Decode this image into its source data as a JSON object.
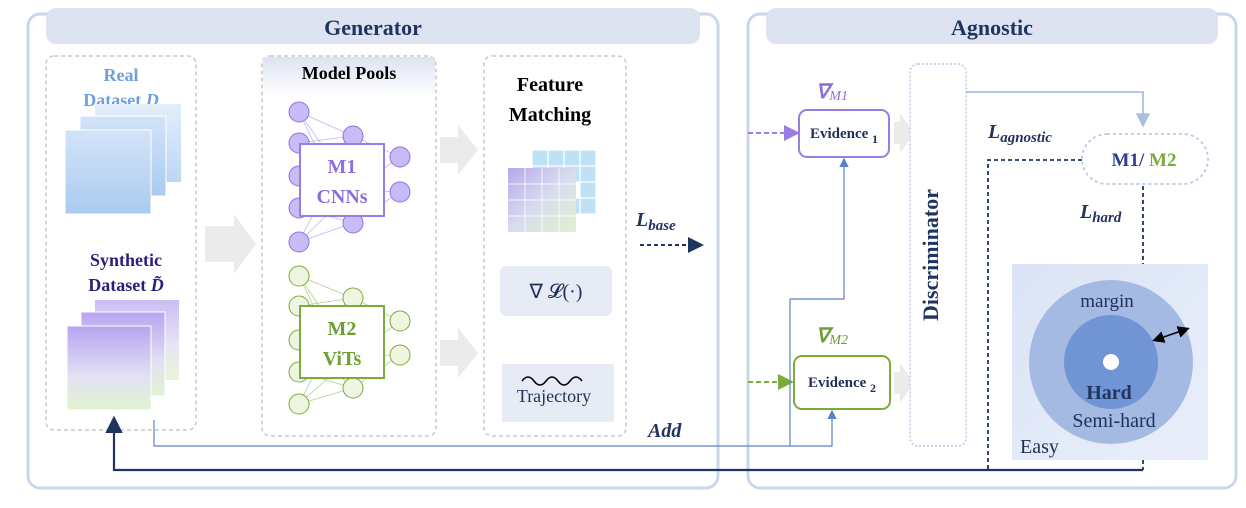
{
  "colors": {
    "navy": "#1f3560",
    "panel_border": "#ccd6ea",
    "header_fill": "#dde3f1",
    "real_blue": "#6e9fdc",
    "purple": "#9a7de3",
    "green": "#7aab3c",
    "dashed_gray": "#c9c9c9"
  },
  "generator": {
    "title": "Generator",
    "real": {
      "line1": "Real",
      "line2": "Dataset ",
      "symbol": "D"
    },
    "synthetic": {
      "line1": "Synthetic",
      "line2": "Dataset ",
      "symbol": "D̃"
    },
    "model_pools": {
      "title": "Model Pools",
      "m1": {
        "line1": "M1",
        "line2": "CNNs"
      },
      "m2": {
        "line1": "M2",
        "line2": "ViTs"
      }
    },
    "feature_matching": {
      "line1": "Feature",
      "line2": "Matching",
      "grad_label": "∇ 𝓛(·)",
      "trajectory_label": "Trajectory"
    },
    "loss_base": {
      "main": "L",
      "sub": "base"
    },
    "add_label": "Add"
  },
  "agnostic": {
    "title": "Agnostic",
    "grad_m1": {
      "sym": "∇",
      "sub": "M1"
    },
    "grad_m2": {
      "sym": "∇",
      "sub": "M2"
    },
    "evidence1": {
      "main": "Evidence ",
      "sub": "1"
    },
    "evidence2": {
      "main": "Evidence ",
      "sub": "2"
    },
    "discriminator": "Discriminator",
    "loss_agnostic": {
      "main": "L",
      "sub": "agnostic"
    },
    "loss_hard": {
      "main": "L",
      "sub": "hard"
    },
    "m1m2": {
      "m1": "M1",
      "sep": "/ ",
      "m2": "M2"
    },
    "rings": {
      "margin": "margin",
      "hard": "Hard",
      "semi": "Semi-hard",
      "easy": "Easy"
    }
  }
}
